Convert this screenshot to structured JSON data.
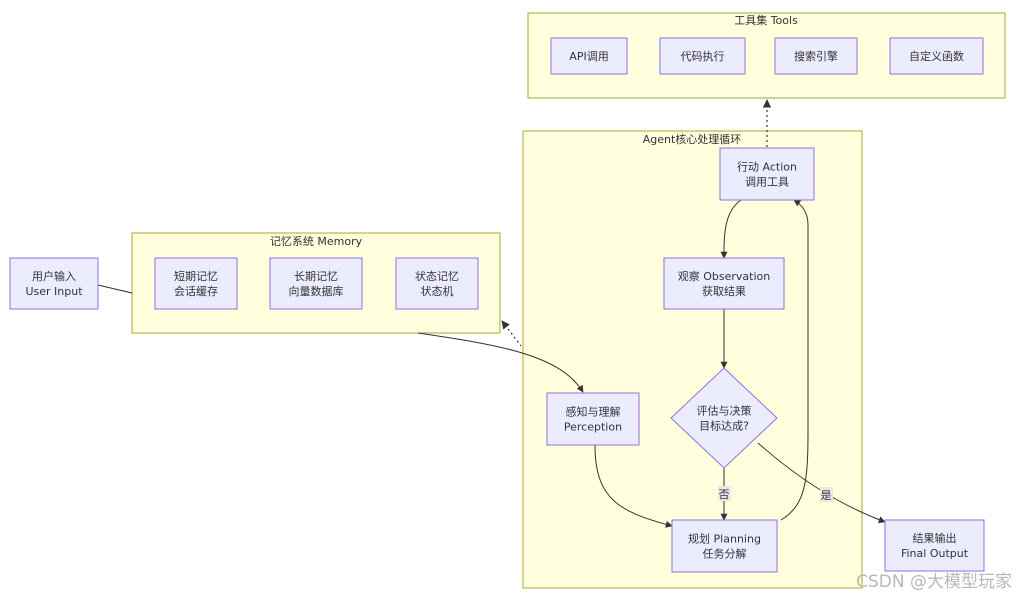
{
  "clusters": {
    "tools": "工具集 Tools",
    "agent": "Agent核心处理循环",
    "memory": "记忆系统 Memory"
  },
  "nodes": {
    "user_input": [
      "用户输入",
      "User Input"
    ],
    "api": [
      "API调用"
    ],
    "code": [
      "代码执行"
    ],
    "search": [
      "搜索引擎"
    ],
    "custom": [
      "自定义函数"
    ],
    "action": [
      "行动 Action",
      "调用工具"
    ],
    "observation": [
      "观察 Observation",
      "获取结果"
    ],
    "evaluate": [
      "评估与决策",
      "目标达成?"
    ],
    "perception": [
      "感知与理解",
      "Perception"
    ],
    "planning": [
      "规划 Planning",
      "任务分解"
    ],
    "short_mem": [
      "短期记忆",
      "会话缓存"
    ],
    "long_mem": [
      "长期记忆",
      "向量数据库"
    ],
    "state_mem": [
      "状态记忆",
      "状态机"
    ],
    "final_output": [
      "结果输出",
      "Final Output"
    ]
  },
  "edges": {
    "no": "否",
    "yes": "是"
  },
  "watermark": "CSDN @大模型玩家"
}
